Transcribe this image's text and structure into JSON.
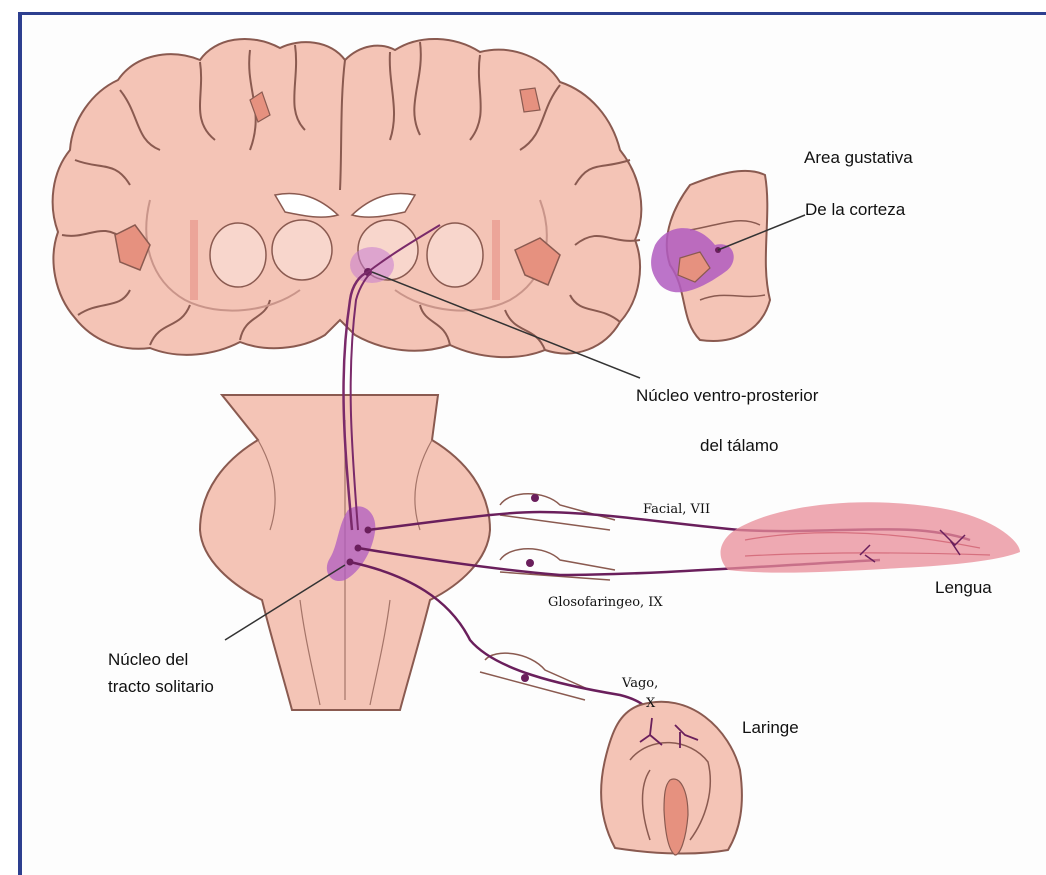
{
  "labels": {
    "area_line1": "Area gustativa",
    "area_line2": "De la corteza",
    "vp_line1": "Núcleo ventro-prosterior",
    "vp_line2": "del tálamo",
    "facial": "Facial, VII",
    "glosofaringeo": "Glosofaringeo, IX",
    "lengua": "Lengua",
    "nucleo_line1": "Núcleo del",
    "nucleo_line2": "tracto solitario",
    "vago_line1": "Vago,",
    "vago_line2": "X",
    "laringe": "Laringe"
  },
  "colors": {
    "frame_border": "#2d3f8f",
    "tissue_fill": "#f4c4b6",
    "tissue_stroke": "#8a5a50",
    "nerve": "#6a1f5c",
    "nucleus": "#b05cc0",
    "tongue": "#e88c98"
  }
}
